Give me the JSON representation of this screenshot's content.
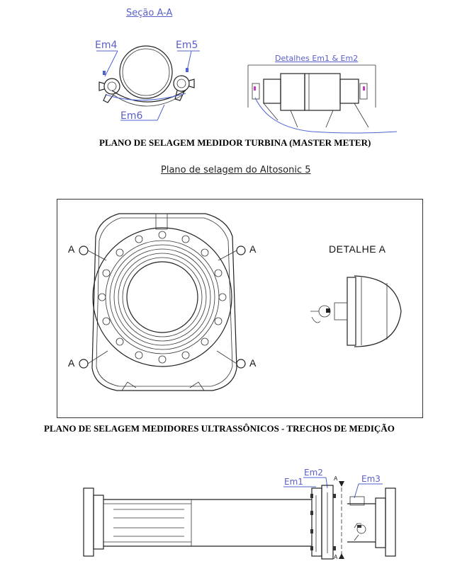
{
  "section1": {
    "section_label": "Seção A-A",
    "em4": "Em4",
    "em5": "Em5",
    "em6": "Em6",
    "detail_label": "Detalhes Em1 & Em2",
    "caption": "PLANO DE SELAGEM MEDIDOR TURBINA (MASTER METER)"
  },
  "section2": {
    "title": "Plano de selagem do Altosonic 5",
    "marker_a": "A",
    "detail_title": "DETALHE A",
    "caption": "PLANO DE SELAGEM MEDIDORES ULTRASSÔNICOS - TRECHOS DE MEDIÇÃO"
  },
  "section3": {
    "em1": "Em1",
    "em2": "Em2",
    "em3": "Em3",
    "marker_a": "A"
  },
  "colors": {
    "label_blue": "#5a5fc8",
    "ink": "#222222"
  }
}
